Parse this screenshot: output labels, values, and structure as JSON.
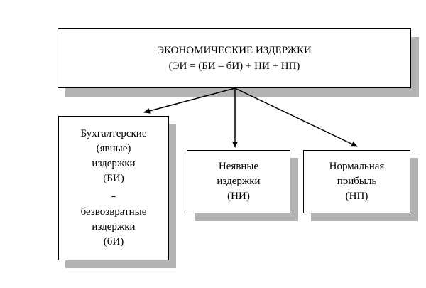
{
  "diagram": {
    "root": {
      "title": "ЭКОНОМИЧЕСКИЕ ИЗДЕРЖКИ",
      "formula": "(ЭИ = (БИ – бИ) + НИ + НП)"
    },
    "children": [
      {
        "lines": [
          "Бухгалтерские",
          "(явные)",
          "издержки",
          "(БИ)"
        ],
        "operator": "-",
        "sub_lines": [
          "безвозвратные",
          "издержки",
          "(бИ)"
        ]
      },
      {
        "lines": [
          "Неявные",
          "издержки",
          "(НИ)"
        ]
      },
      {
        "lines": [
          "Нормальная",
          "прибыль",
          "(НП)"
        ]
      }
    ]
  },
  "colors": {
    "box_fill": "#ffffff",
    "box_border": "#000000",
    "shadow": "#b3b3b3",
    "arrow": "#000000"
  }
}
